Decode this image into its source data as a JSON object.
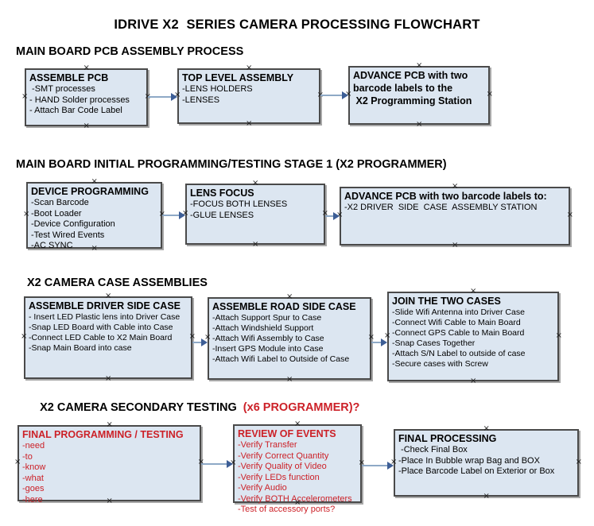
{
  "title": "IDRIVE X2  SERIES CAMERA PROCESSING FLOWCHART",
  "glyphs": {
    "anchor_marker": "×"
  },
  "colors": {
    "box_fill": "#dce6f1",
    "box_border": "#4a4a4a",
    "box_shadow": "#a8a8a8",
    "arrow_line": "#8ea9c6",
    "arrow_head": "#3d5e96",
    "red_text": "#cc2128",
    "black_text": "#000000"
  },
  "sections": [
    {
      "heading": "MAIN BOARD PCB ASSEMBLY PROCESS",
      "boxes": [
        {
          "title": "ASSEMBLE PCB",
          "items": [
            " -SMT processes",
            "- HAND Solder processes",
            "- Attach Bar Code Label"
          ]
        },
        {
          "title": "TOP LEVEL ASSEMBLY",
          "items": [
            "-LENS HOLDERS",
            "-LENSES"
          ]
        },
        {
          "title": "ADVANCE PCB with two\nbarcode labels to the\n X2 Programming Station",
          "items": []
        }
      ]
    },
    {
      "heading": "MAIN BOARD INITIAL PROGRAMMING/TESTING STAGE 1 (X2 PROGRAMMER)",
      "boxes": [
        {
          "title": "DEVICE PROGRAMMING",
          "items": [
            "-Scan Barcode",
            "-Boot Loader",
            "-Device Configuration",
            "-Test Wired Events",
            "-AC SYNC"
          ]
        },
        {
          "title": "LENS FOCUS",
          "items": [
            "-FOCUS BOTH LENSES",
            "-GLUE LENSES"
          ]
        },
        {
          "title": "ADVANCE PCB with two barcode labels to:",
          "items": [
            "-X2 DRIVER  SIDE  CASE  ASSEMBLY STATION"
          ]
        }
      ]
    },
    {
      "heading": "X2 CAMERA CASE ASSEMBLIES",
      "boxes": [
        {
          "title": "ASSEMBLE DRIVER SIDE CASE",
          "items": [
            "- Insert LED Plastic lens into Driver Case",
            "-Snap LED Board with Cable into Case",
            "-Connect LED Cable to X2 Main Board",
            "-Snap Main Board into case"
          ]
        },
        {
          "title": "ASSEMBLE ROAD SIDE CASE",
          "items": [
            "-Attach Support Spur to Case",
            "-Attach Windshield Support",
            "-Attach Wifi Assembly to Case",
            "-Insert GPS Module into Case",
            "-Attach Wifi Label to Outside of Case"
          ]
        },
        {
          "title": "JOIN THE TWO CASES",
          "items": [
            "-Slide Wifi Antenna into Driver Case",
            "-Connect Wifi Cable to Main Board",
            "-Connect GPS Cable to Main Board",
            "-Snap Cases Together",
            "-Attach S/N Label to outside of case",
            "-Secure cases with Screw"
          ]
        }
      ]
    },
    {
      "heading": "X2 CAMERA SECONDARY TESTING  ",
      "heading_suffix": "(x6 PROGRAMMER)?",
      "boxes": [
        {
          "title": "FINAL PROGRAMMING / TESTING",
          "items": [
            "-need",
            "-to",
            "-know",
            "-what",
            "-goes",
            "-here"
          ]
        },
        {
          "title": "REVIEW OF EVENTS",
          "items": [
            "-Verify Transfer",
            "-Verify Correct Quantity",
            "-Verify Quality of Video",
            "-Verify LEDs function",
            "-Verify Audio",
            "-Verify BOTH Accelerometers",
            "-Test of accessory ports?"
          ]
        },
        {
          "title": "FINAL PROCESSING",
          "items": [
            " -Check Final Box",
            "-Place In Bubble wrap Bag and BOX",
            "-Place Barcode Label on Exterior or Box"
          ]
        }
      ]
    }
  ]
}
